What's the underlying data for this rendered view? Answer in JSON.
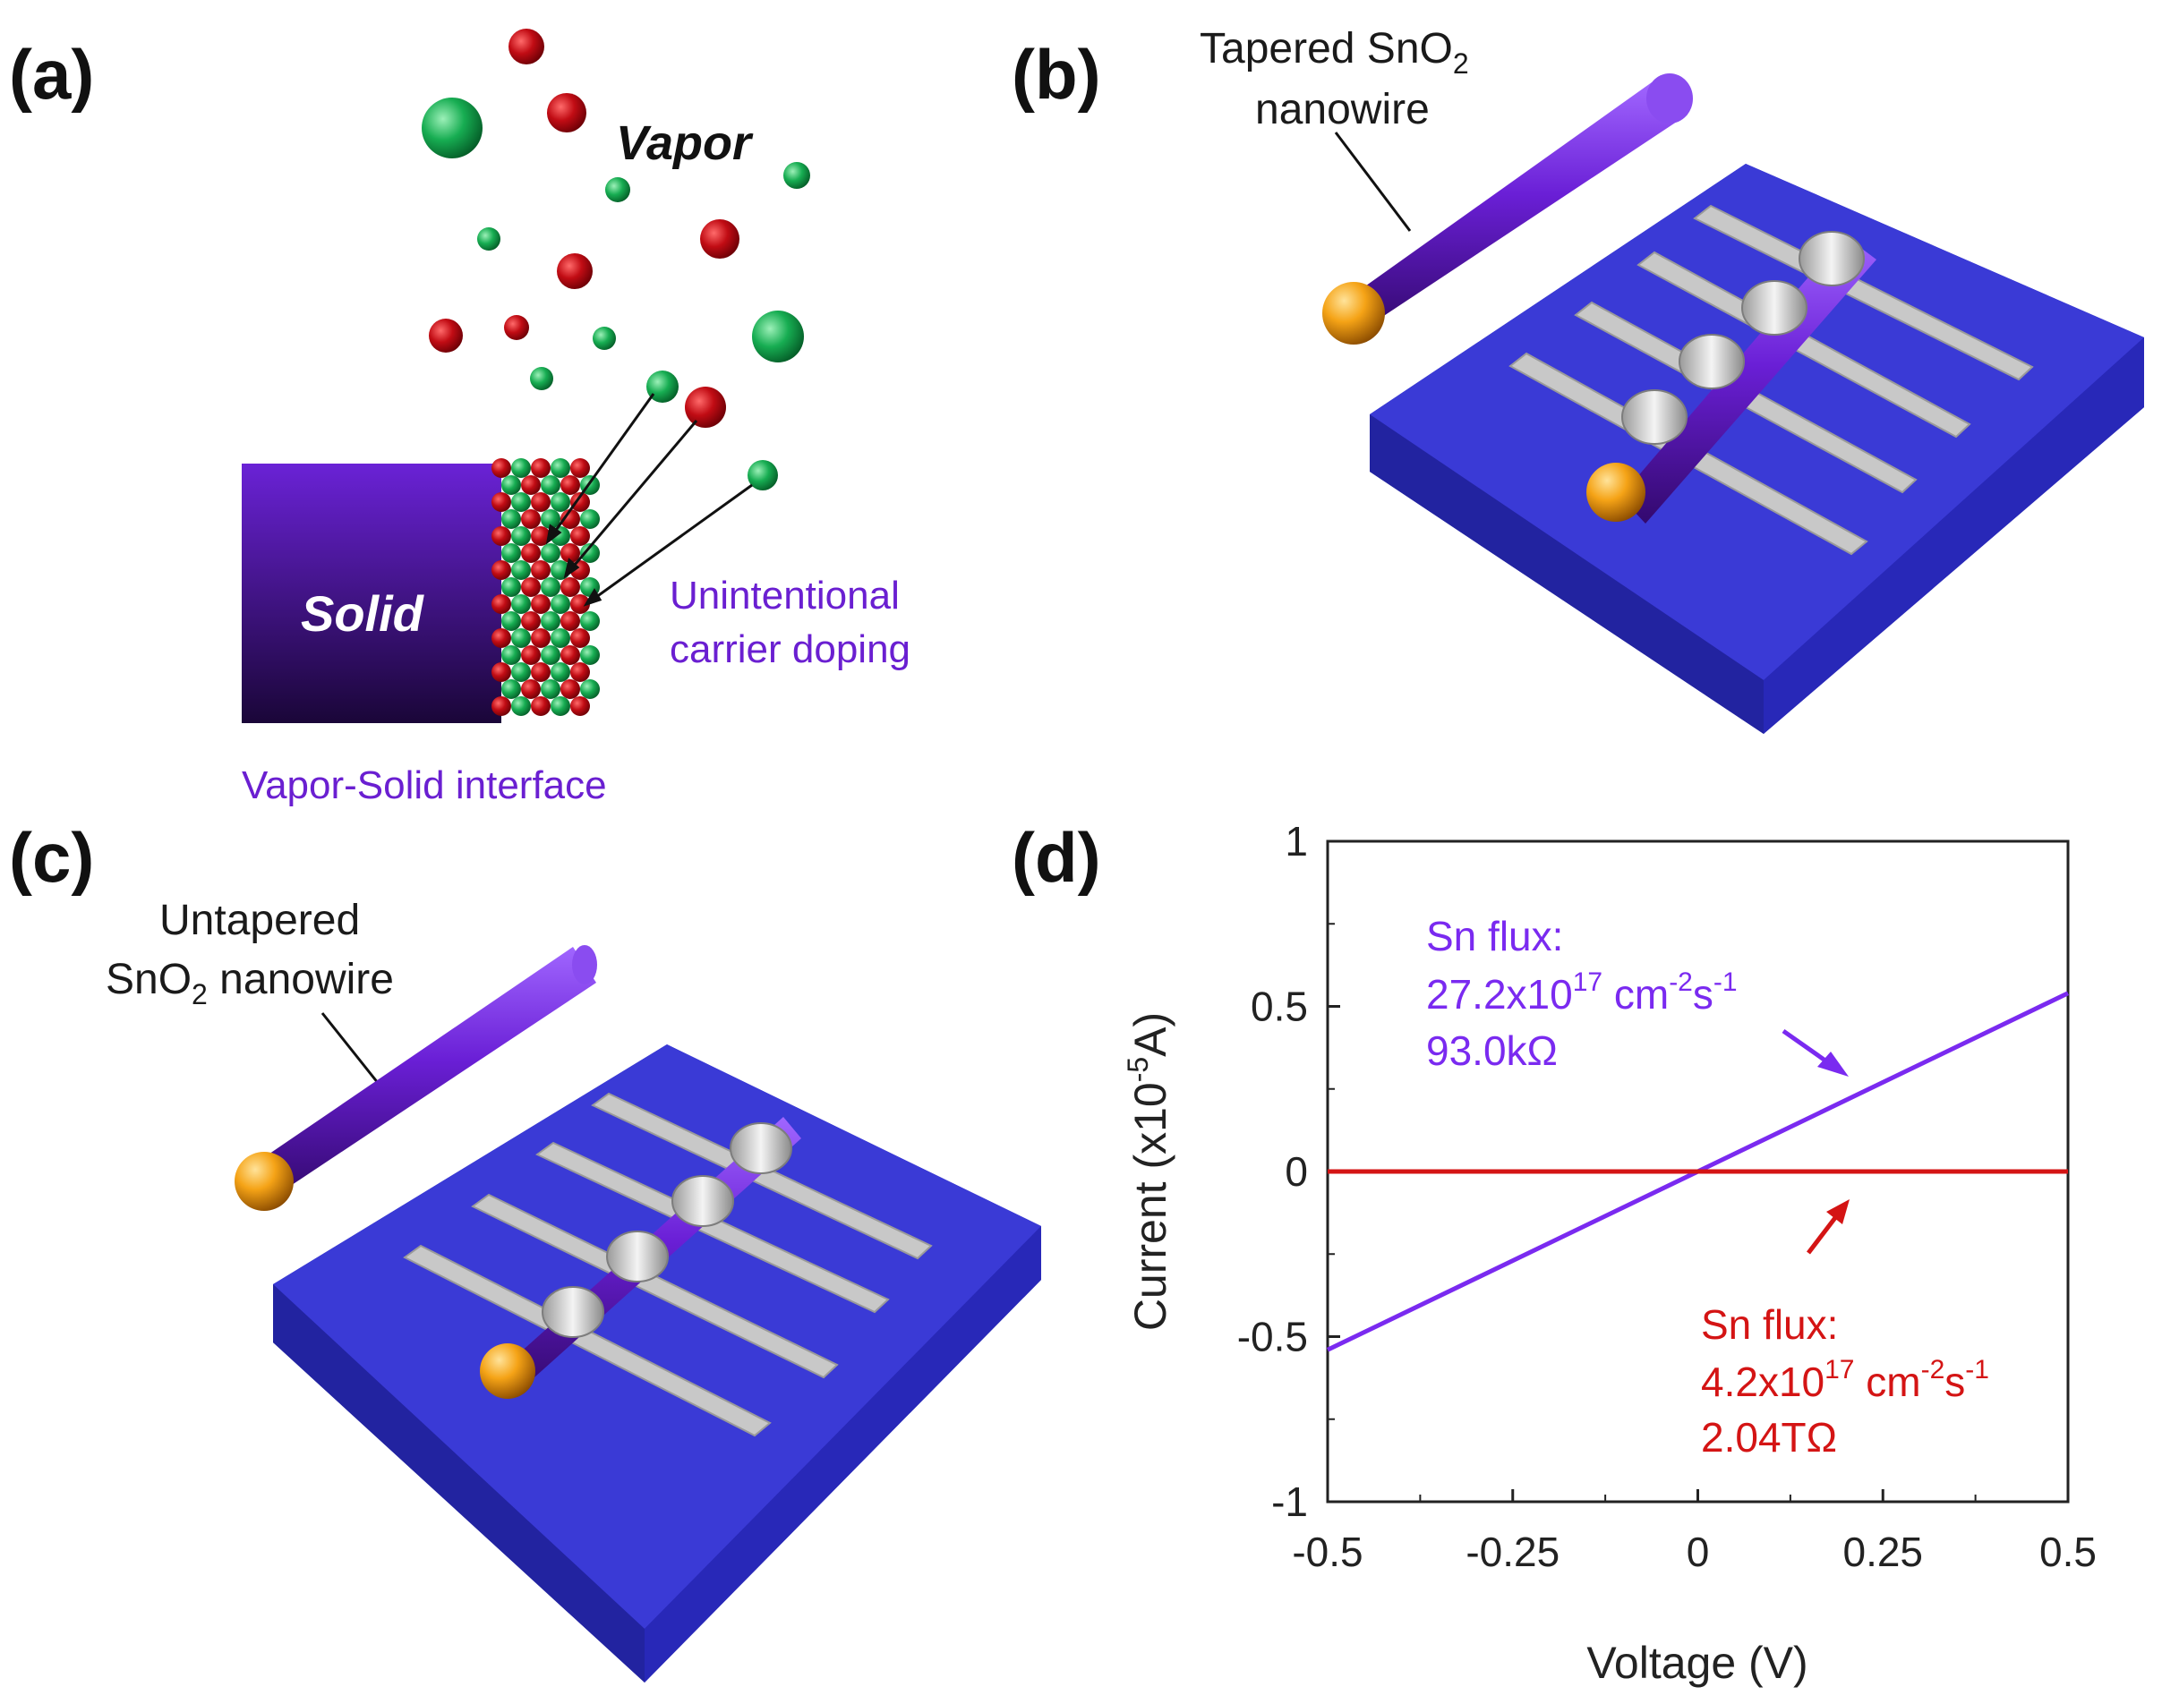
{
  "figure": {
    "panel_a": {
      "label": "(a)",
      "vapor": "Vapor",
      "solid": "Solid",
      "annotation_lines": [
        "Unintentional",
        "carrier doping"
      ],
      "caption": "Vapor-Solid interface",
      "colors": {
        "red_atom": "#b3070f",
        "green_atom": "#12a44d",
        "solid": "#4b0f99",
        "text": "#6a1fd1"
      }
    },
    "panel_b": {
      "label": "(b)",
      "title_line1_main": "Tapered SnO",
      "title_line1_sub": "2",
      "title_line2": "nanowire"
    },
    "panel_c": {
      "label": "(c)",
      "title_line1": "Untapered",
      "title_line2_pre": "SnO",
      "title_line2_sub": "2",
      "title_line2_post": " nanowire"
    },
    "panel_d": {
      "label": "(d)",
      "high_flux": {
        "line1": "Sn flux:",
        "value": "27.2x10",
        "exp": "17",
        "unit_a": " cm",
        "unit_exp1": "-2",
        "unit_b": "s",
        "unit_exp2": "-1",
        "resistance": "93.0kΩ",
        "color": "#7a2af0"
      },
      "low_flux": {
        "line1": "Sn flux:",
        "value": "4.2x10",
        "exp": "17",
        "unit_a": " cm",
        "unit_exp1": "-2",
        "unit_b": "s",
        "unit_exp2": "-1",
        "resistance": "2.04TΩ",
        "color": "#d41414"
      }
    }
  },
  "chart_data": {
    "type": "line",
    "xlabel": "Voltage (V)",
    "ylabel_pre": "Current (x10",
    "ylabel_exp": "-5",
    "ylabel_post": "A)",
    "xlim": [
      -0.5,
      0.5
    ],
    "ylim": [
      -1,
      1
    ],
    "x_ticks": [
      -0.5,
      -0.25,
      0,
      0.25,
      0.5
    ],
    "x_tick_labels": [
      "-0.5",
      "-0.25",
      "0",
      "0.25",
      "0.5"
    ],
    "y_ticks": [
      -1,
      -0.5,
      0,
      0.5,
      1
    ],
    "y_tick_labels": [
      "-1",
      "-0.5",
      "0",
      "0.5",
      "1"
    ],
    "grid": false,
    "series": [
      {
        "x": [
          -0.5,
          0.5
        ],
        "y": [
          -0.54,
          0.54
        ],
        "color": "#7a2af0"
      },
      {
        "x": [
          -0.5,
          0.5
        ],
        "y": [
          0.0,
          0.0
        ],
        "color": "#d41414"
      }
    ]
  }
}
